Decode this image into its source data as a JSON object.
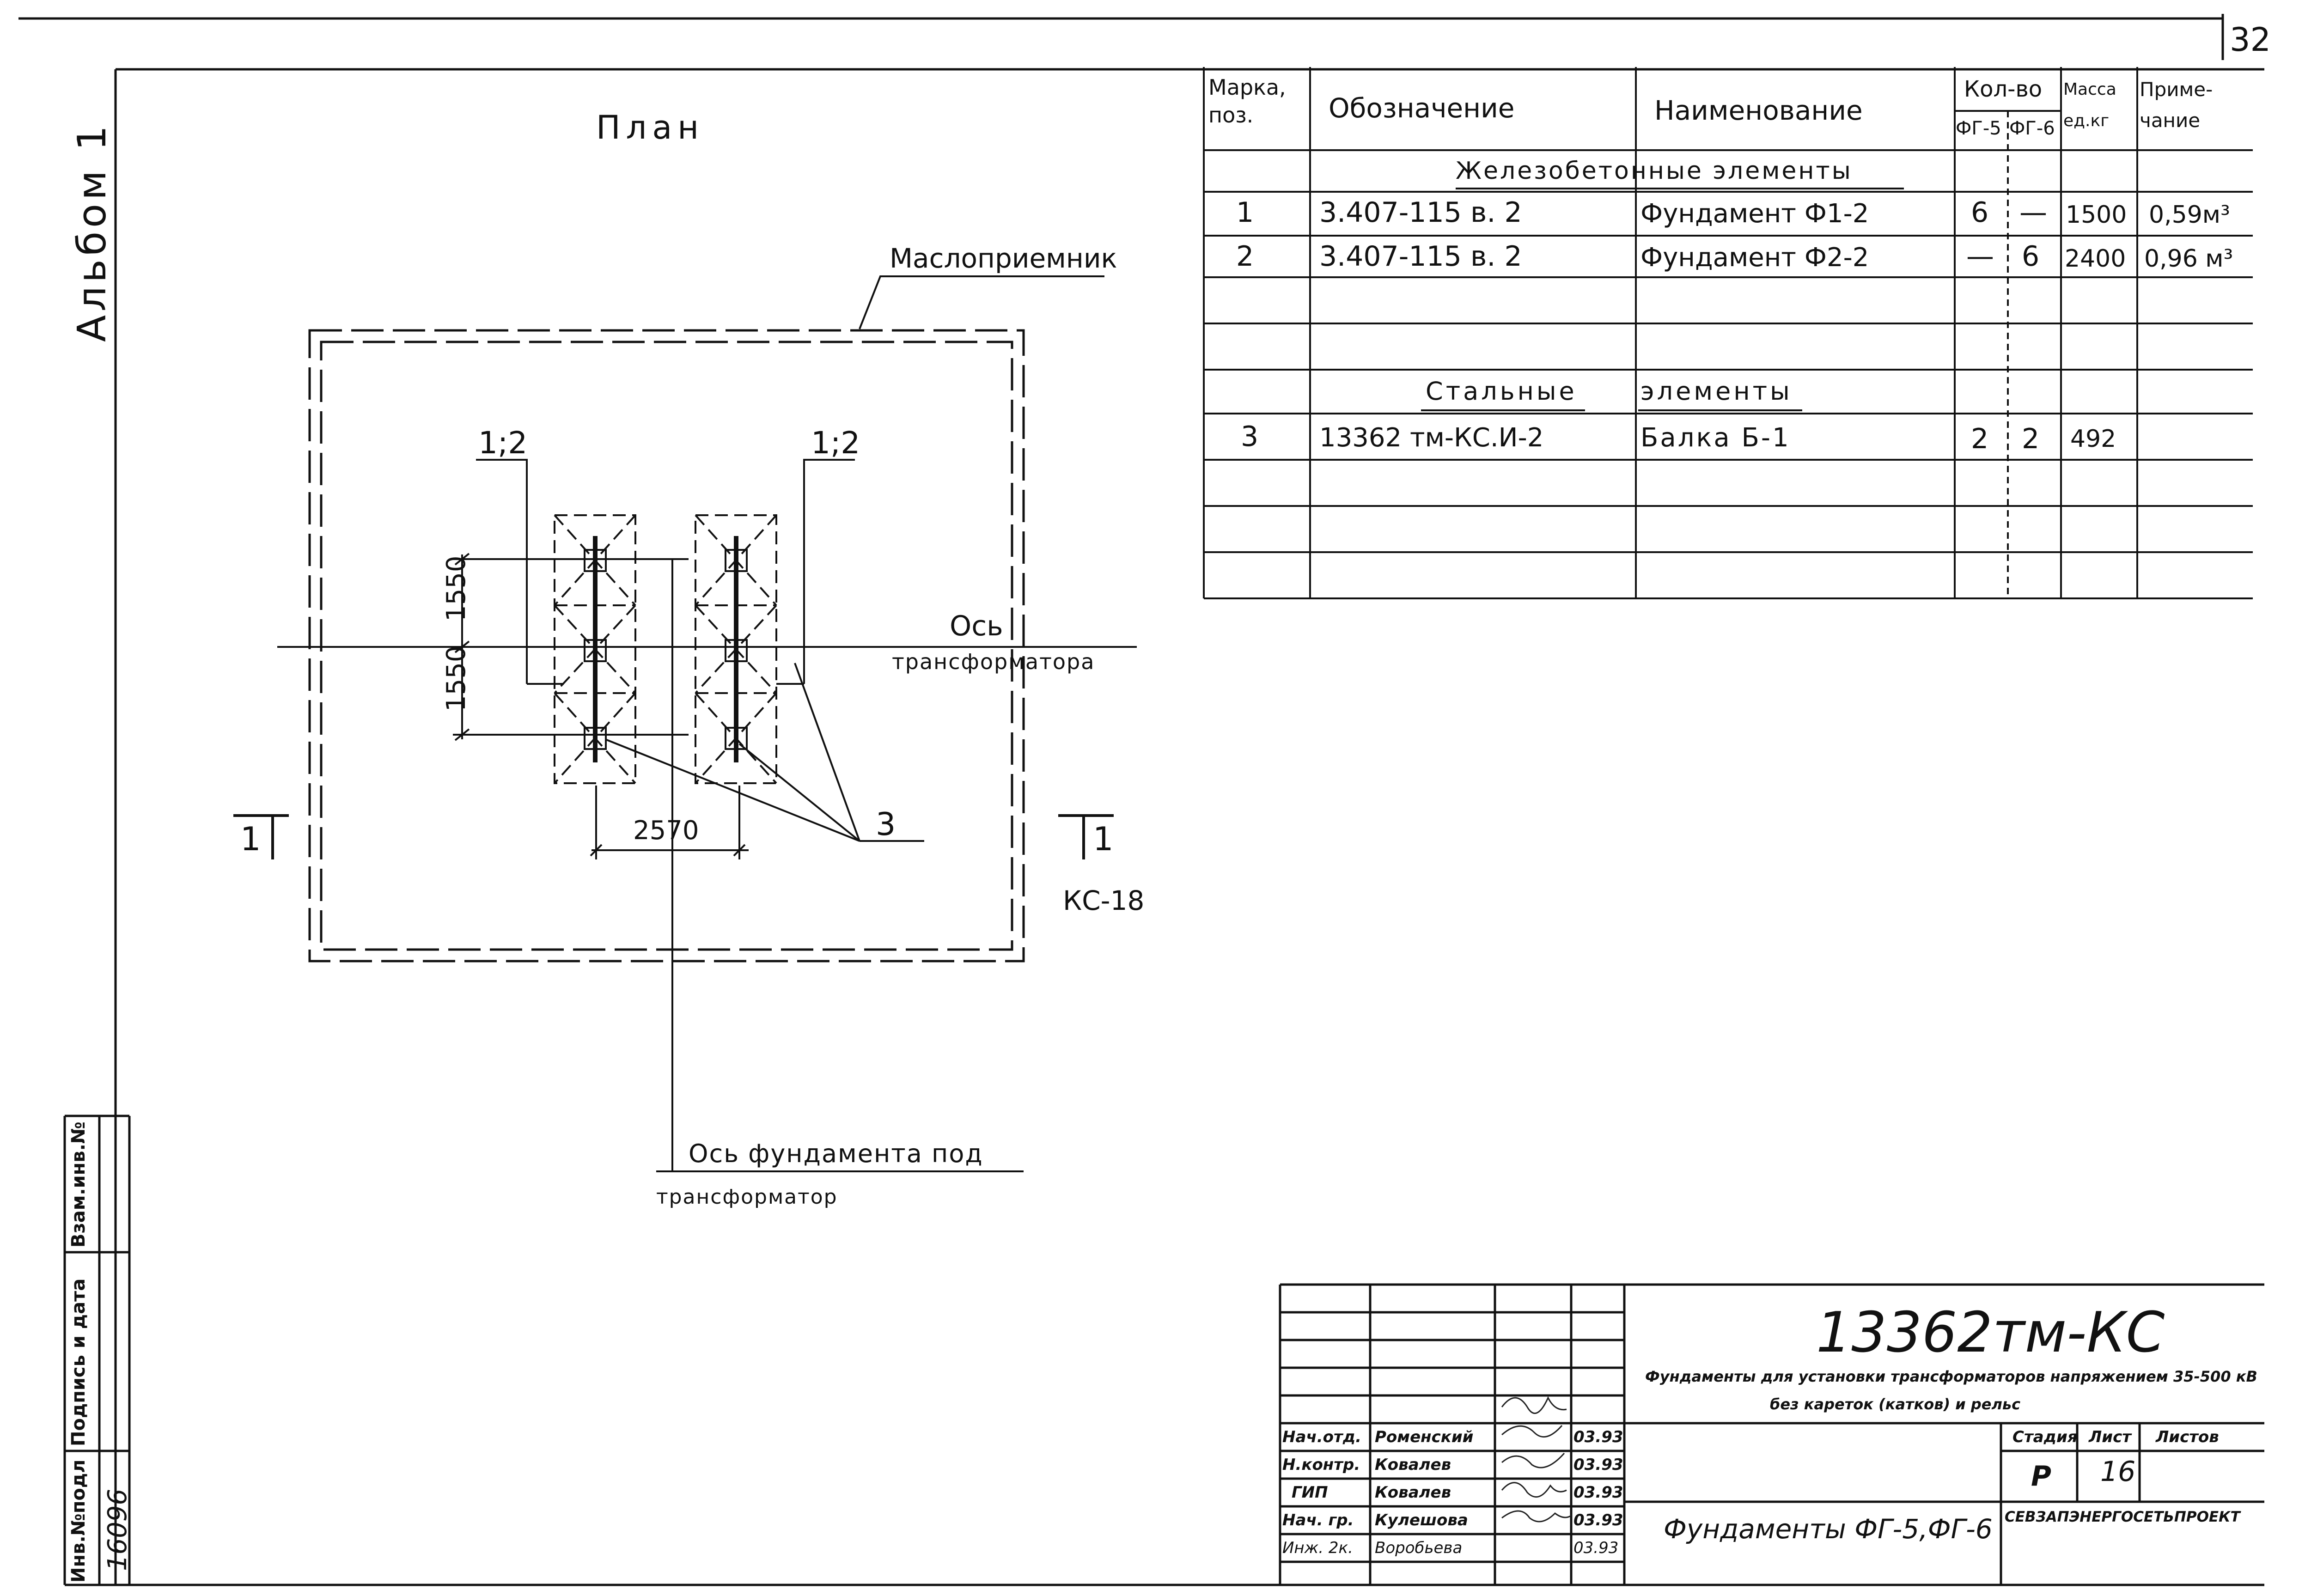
{
  "sheet": {
    "page_number": "32",
    "album_label": "Альбом 1"
  },
  "plan": {
    "title": "План",
    "oil_receiver": "Маслоприемник",
    "section_mark_left": "1;2",
    "section_mark_right": "1;2",
    "dim_1550_top": "1550",
    "dim_1550_bottom": "1550",
    "dim_2570": "2570",
    "axis_label_line1": "Ось",
    "axis_label_line2": "трансформатора",
    "item_callout": "3",
    "cut_mark_left": "1",
    "cut_mark_right": "1",
    "kc_label": "КС-18",
    "foundation_axis_line1": "Ось фундамента под",
    "foundation_axis_line2": "трансформатор"
  },
  "spec": {
    "headers": {
      "mark": "Марка, поз.",
      "designation": "Обозначение",
      "name": "Наименование",
      "qty": "Кол-во",
      "fg5": "ФГ-5",
      "fg6": "ФГ-6",
      "mass": "Масса ед.кг",
      "note": "Приме- чание"
    },
    "section_concrete": "Железобетонные элементы",
    "section_steel_a": "Стальные",
    "section_steel_b": "элементы",
    "rows": [
      {
        "mark": "1",
        "designation": "3.407-115 в. 2",
        "name": "Фундамент Ф1-2",
        "fg5": "6",
        "fg6": "—",
        "mass": "1500",
        "note": "0,59м³"
      },
      {
        "mark": "2",
        "designation": "3.407-115 в. 2",
        "name": "Фундамент Ф2-2",
        "fg5": "—",
        "fg6": "6",
        "mass": "2400",
        "note": "0,96 м³"
      },
      {
        "mark": "3",
        "designation": "13362 тм-КС.И-2",
        "name": "Балка Б-1",
        "fg5": "2",
        "fg6": "2",
        "mass": "492",
        "note": ""
      }
    ]
  },
  "stamp": {
    "code": "13362тм-КС",
    "desc_line1": "Фундаменты для установки трансформаторов напряжением 35-500 кВ",
    "desc_line2": "без кареток (катков) и рельс",
    "sheet_title": "Фундаменты ФГ-5,ФГ-6",
    "org": "СЕВЗАПЭНЕРГОСЕТЬПРОЕКТ",
    "stage_label": "Стадия",
    "sheet_label": "Лист",
    "sheets_label": "Листов",
    "stage": "Р",
    "sheet": "16",
    "signers": [
      {
        "role": "Нач.отд.",
        "name": "Роменский",
        "date": "03.93"
      },
      {
        "role": "Н.контр.",
        "name": "Ковалев",
        "date": "03.93"
      },
      {
        "role": "ГИП",
        "name": "Ковалев",
        "date": "03.93"
      },
      {
        "role": "Нач. гр.",
        "name": "Кулешова",
        "date": "03.93"
      },
      {
        "role": "Инж. 2к.",
        "name": "Воробьева",
        "date": "03.93"
      }
    ]
  },
  "side_stamp": {
    "inv_no_label": "Инв.№подл",
    "sign_date_label": "Подпись и дата",
    "vzam_label": "Взам.инв.№",
    "inv_no_value": "16096"
  }
}
